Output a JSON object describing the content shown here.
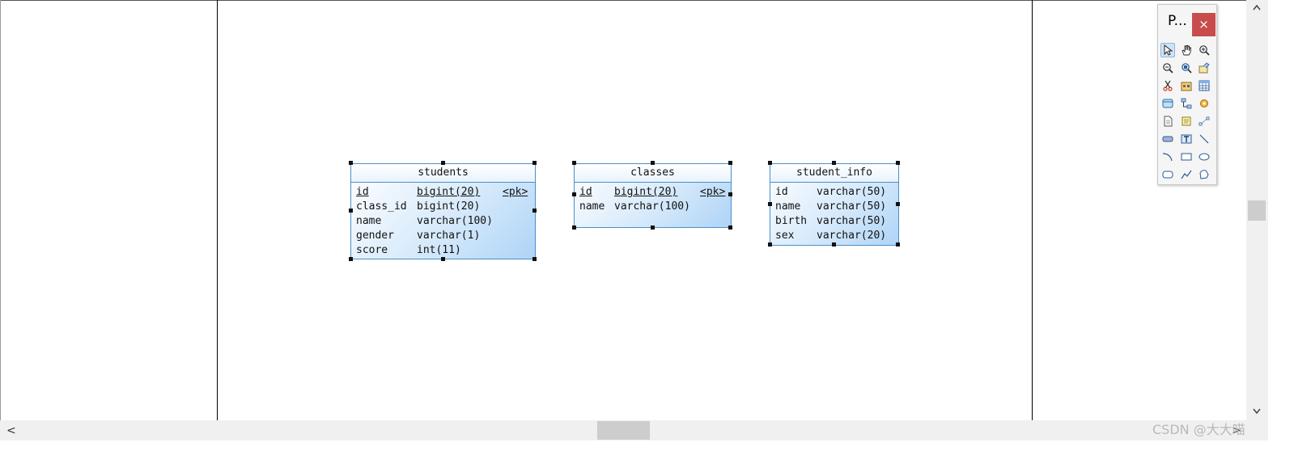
{
  "palette": {
    "title": "P...",
    "close_label": "×"
  },
  "tables": [
    {
      "name": "students",
      "columns": [
        {
          "name": "id",
          "type": "bigint(20)",
          "key": "<pk>"
        },
        {
          "name": "class_id",
          "type": "bigint(20)",
          "key": ""
        },
        {
          "name": "name",
          "type": "varchar(100)",
          "key": ""
        },
        {
          "name": "gender",
          "type": "varchar(1)",
          "key": ""
        },
        {
          "name": "score",
          "type": "int(11)",
          "key": ""
        }
      ]
    },
    {
      "name": "classes",
      "columns": [
        {
          "name": "id",
          "type": "bigint(20)",
          "key": "<pk>"
        },
        {
          "name": "name",
          "type": "varchar(100)",
          "key": ""
        }
      ]
    },
    {
      "name": "student_info",
      "columns": [
        {
          "name": "id",
          "type": "varchar(50)",
          "key": ""
        },
        {
          "name": "name",
          "type": "varchar(50)",
          "key": ""
        },
        {
          "name": "birth",
          "type": "varchar(50)",
          "key": ""
        },
        {
          "name": "sex",
          "type": "varchar(20)",
          "key": ""
        }
      ]
    }
  ],
  "scroll": {
    "left_arrow": "<",
    "right_arrow": ">",
    "up_arrow": "^",
    "down_arrow": "v"
  },
  "watermark": "CSDN @大大喵"
}
